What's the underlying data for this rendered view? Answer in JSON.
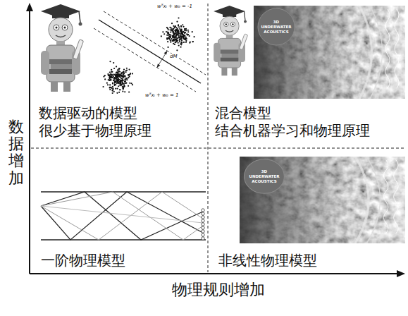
{
  "diagram": {
    "nodes": [
      {
        "text": [
          "数据驱动的模型",
          "很少基于物理原理"
        ]
      },
      {
        "text": [
          "混合模型",
          "结合机器学习和物理原理"
        ]
      },
      {
        "text": [
          "一阶物理模型"
        ]
      },
      {
        "text": [
          "非线性物理模型"
        ]
      }
    ],
    "labels": [
      "数据增加",
      "物理规则增加",
      "wᵀxᵢ + w₀ = -1",
      "wᵀxᵢ + w₀ = 1",
      "dM",
      "3D UNDERWATER ACOUSTICS",
      "3D UNDERWATER ACOUSTICS"
    ]
  }
}
